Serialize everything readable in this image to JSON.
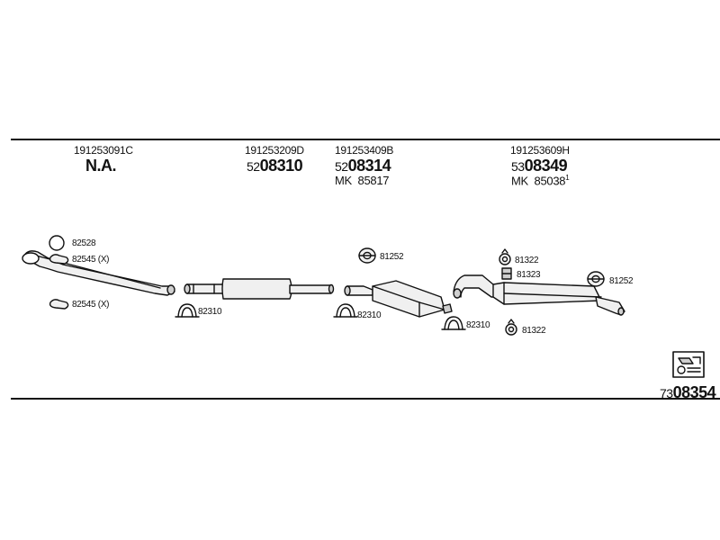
{
  "oe_numbers": [
    "191253091C",
    "191253209D",
    "191253409B",
    "191253609H"
  ],
  "articles": [
    {
      "main": "N.A."
    },
    {
      "prefix": "52",
      "main": "08310"
    },
    {
      "prefix": "52",
      "main": "08314"
    },
    {
      "prefix": "53",
      "main": "08349"
    }
  ],
  "mk_numbers": [
    {
      "label": "MK",
      "value": "85817",
      "sup": ""
    },
    {
      "label": "MK",
      "value": "85038",
      "sup": "1"
    }
  ],
  "part_labels": {
    "p82528": "82528",
    "p82545x_top": "82545 (X)",
    "p82545x_bottom": "82545 (X)",
    "p82310_a": "82310",
    "p82310_b": "82310",
    "p82310_c": "82310",
    "p81252_a": "81252",
    "p81252_b": "81252",
    "p81322_top": "81322",
    "p81323": "81323",
    "p81322_bottom": "81322"
  },
  "kit_number": {
    "prefix": "73",
    "main": "08354"
  },
  "colors": {
    "line": "#111111",
    "fill_light": "#f0f0f0",
    "fill_mid": "#cfcfcf"
  },
  "icons": [
    "assembly-manual-icon"
  ]
}
